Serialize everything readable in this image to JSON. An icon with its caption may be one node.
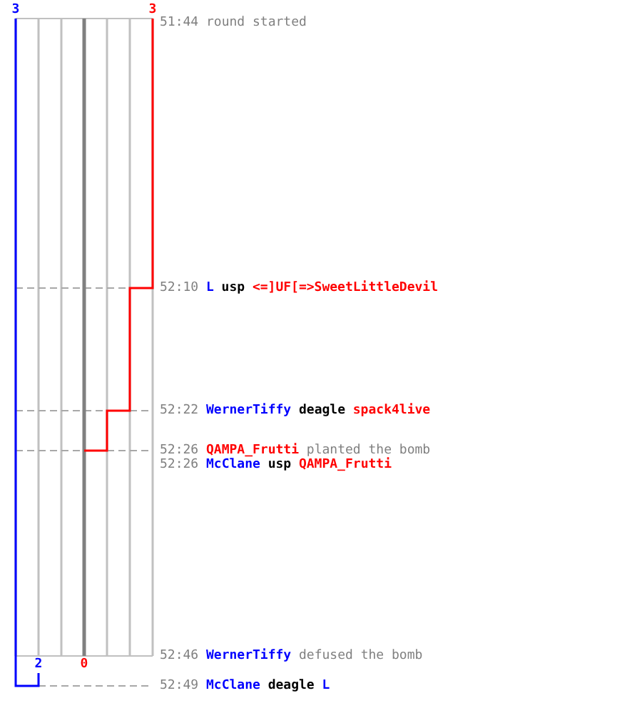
{
  "diagram": {
    "labels": [
      "3",
      "3",
      "51:44",
      "round started",
      "52:10",
      "L",
      "usp",
      "<=]UF[=>SweetLittleDevil",
      "52:22",
      "WernerTiffy",
      "deagle",
      "spack4live",
      "52:26",
      "QAMPA_Frutti",
      "planted the bomb",
      "52:26",
      "McClane",
      "usp",
      "QAMPA_Frutti",
      "52:46",
      "WernerTiffy",
      "defused the bomb",
      "2",
      "0",
      "52:49",
      "McClane",
      "deagle",
      "L"
    ]
  }
}
